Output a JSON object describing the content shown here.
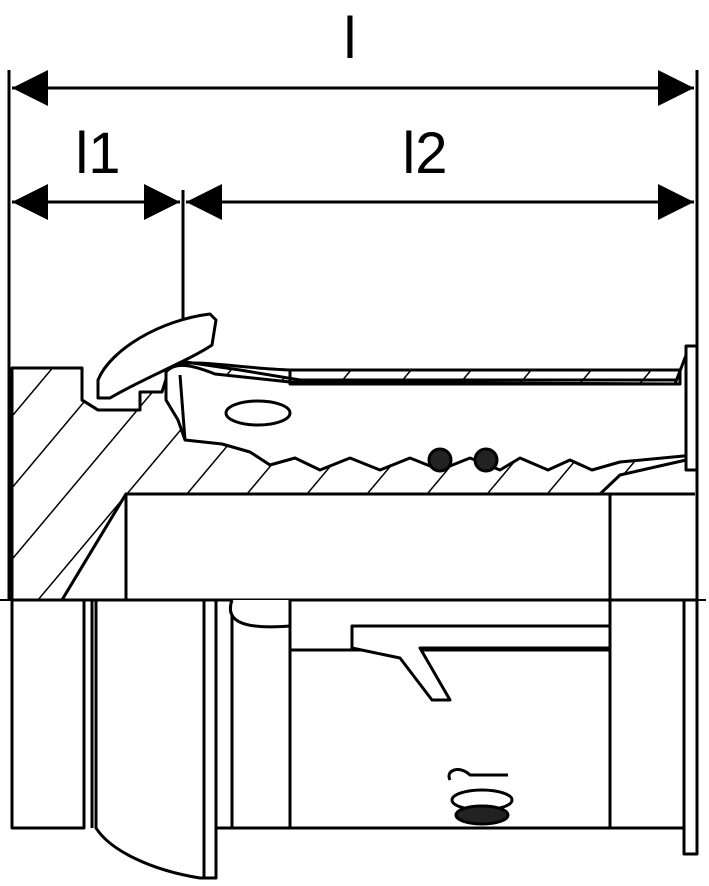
{
  "dimensions": {
    "overall_label": "l",
    "part1_label": "l1",
    "part2_label": "l2"
  },
  "colors": {
    "line": "#000000",
    "background": "#ffffff",
    "seal": "#222222"
  }
}
